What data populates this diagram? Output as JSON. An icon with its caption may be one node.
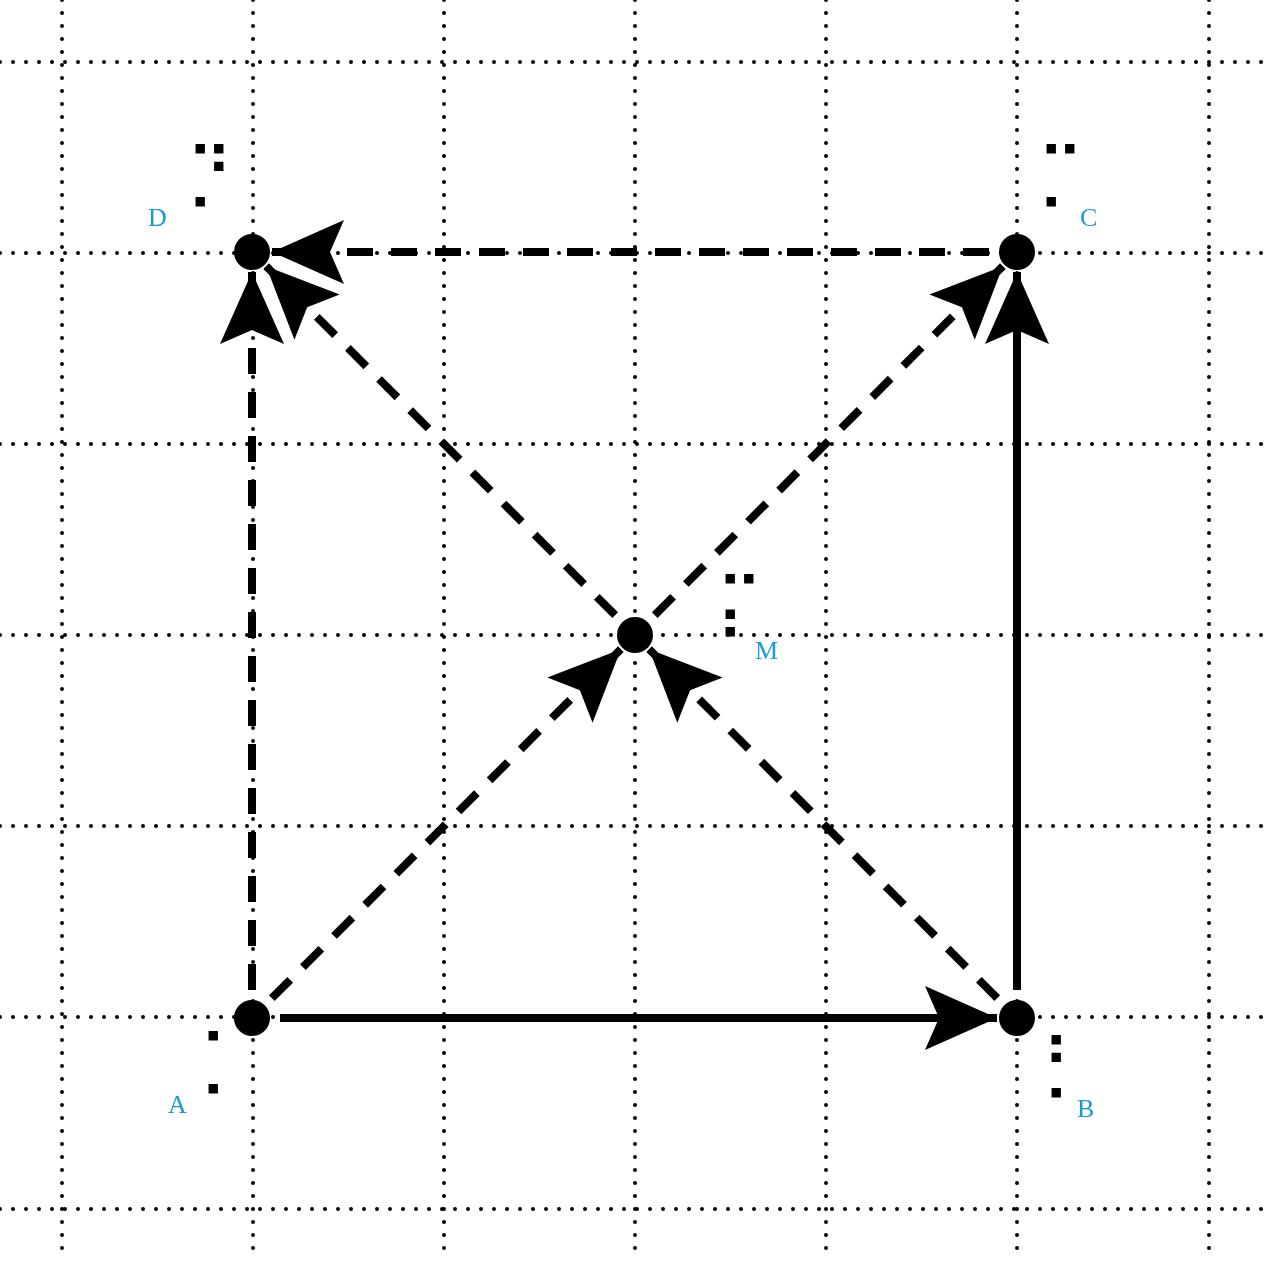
{
  "diagram": {
    "nodes": [
      {
        "text": [],
        "shape": "circle",
        "beside": [
          "⡙",
          "D"
        ]
      },
      {
        "text": [],
        "shape": "circle",
        "beside": [
          "⡉",
          "C"
        ]
      },
      {
        "text": [],
        "shape": "circle",
        "beside": [
          "⡍",
          "M"
        ]
      },
      {
        "text": [],
        "shape": "circle",
        "beside": [
          "⡁",
          "A"
        ]
      },
      {
        "text": [],
        "shape": "circle",
        "beside": [
          "⡃",
          "B"
        ]
      }
    ],
    "edges": [
      {
        "from": 3,
        "to": 4,
        "arrow": "to"
      },
      {
        "from": 4,
        "to": 1,
        "arrow": "to"
      },
      {
        "from": 1,
        "to": 0,
        "arrow": "to",
        "style": "dashed"
      },
      {
        "from": 3,
        "to": 0,
        "arrow": "to",
        "style": "dashed"
      },
      {
        "from": 3,
        "to": 2,
        "arrow": "to",
        "style": "dashed"
      },
      {
        "from": 4,
        "to": 2,
        "arrow": "to",
        "style": "dashed"
      },
      {
        "from": 2,
        "to": 1,
        "arrow": "to",
        "style": "dashed"
      },
      {
        "from": 2,
        "to": 0,
        "arrow": "to",
        "style": "dashed"
      }
    ]
  }
}
